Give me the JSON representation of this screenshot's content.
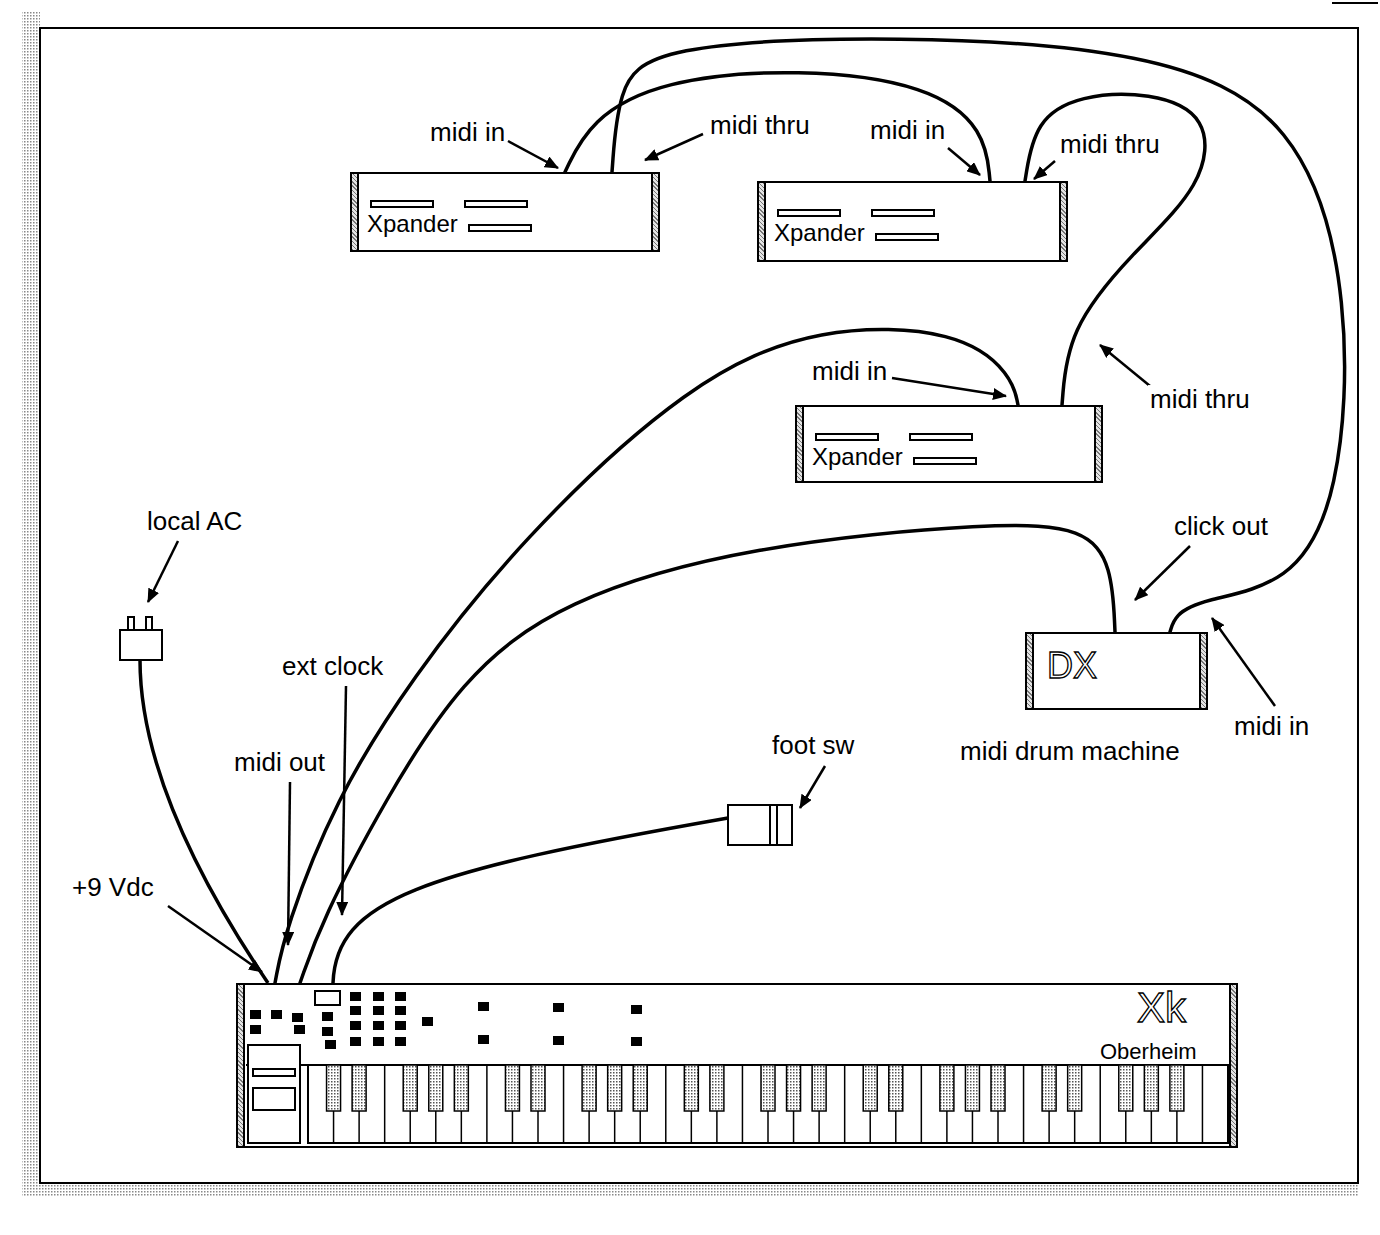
{
  "diagram": {
    "nodes": [
      {
        "text": [
          "Xpander"
        ]
      },
      {
        "text": [
          "Xpander"
        ]
      },
      {
        "text": [
          "Xpander"
        ]
      },
      {
        "text": [
          "DX",
          "midi drum machine"
        ]
      },
      {
        "text": [
          "Xk",
          "Oberheim"
        ]
      }
    ],
    "edges": [
      {
        "from": 4,
        "to": 2,
        "arrow": "none"
      },
      {
        "from": 2,
        "to": 1,
        "arrow": "none"
      },
      {
        "from": 1,
        "to": 0,
        "arrow": "none"
      },
      {
        "from": 0,
        "to": 3,
        "arrow": "none"
      },
      {
        "from": 3,
        "to": 4,
        "arrow": "none"
      }
    ],
    "labels": [
      "midi in",
      "midi thru",
      "midi in",
      "midi thru",
      "midi in",
      "midi thru",
      "local AC",
      "click out",
      "ext clock",
      "midi out",
      "foot sw",
      "midi in",
      "+9 Vdc"
    ]
  }
}
